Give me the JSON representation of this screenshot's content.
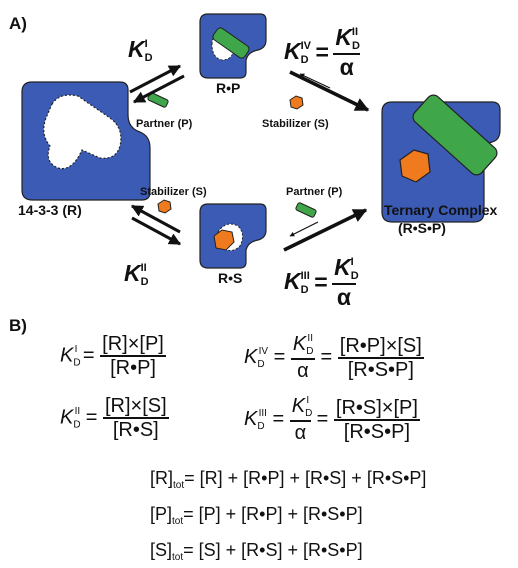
{
  "panel_a": {
    "label": "A)",
    "kd_i": {
      "base": "K",
      "sub": "D",
      "sup": "I"
    },
    "kd_ii": {
      "base": "K",
      "sub": "D",
      "sup": "II"
    },
    "kd_iii_lhs": {
      "base": "K",
      "sub": "D",
      "sup": "III"
    },
    "kd_iii_num": {
      "base": "K",
      "sub": "D",
      "sup": "I"
    },
    "kd_iv_lhs": {
      "base": "K",
      "sub": "D",
      "sup": "IV"
    },
    "kd_iv_num": {
      "base": "K",
      "sub": "D",
      "sup": "II"
    },
    "alpha": "α",
    "equals": "=",
    "species": {
      "r": "14-3-3 (R)",
      "rp": "R•P",
      "rs": "R•S",
      "ternary_title": "Ternary Complex",
      "ternary_formula": "(R•S•P)"
    },
    "partner_top": "Partner (P)",
    "stabilizer_top": "Stabilizer (S)",
    "stabilizer_bottom": "Stabilizer (S)",
    "partner_bottom": "Partner (P)",
    "colors": {
      "protein": "#3b5bb5",
      "partner": "#3fa64a",
      "stabilizer": "#f07a1e",
      "outline": "#222222"
    }
  },
  "panel_b": {
    "label": "B)",
    "eq1": {
      "lhs_sup": "I",
      "num": "[R]×[P]",
      "den": "[R•P]"
    },
    "eq2": {
      "lhs_sup": "IV",
      "mid_sup": "II",
      "mid_den": "α",
      "num": "[R•P]×[S]",
      "den": "[R•S•P]"
    },
    "eq3": {
      "lhs_sup": "II",
      "num": "[R]×[S]",
      "den": "[R•S]"
    },
    "eq4": {
      "lhs_sup": "III",
      "mid_sup": "I",
      "mid_den": "α",
      "num": "[R•S]×[P]",
      "den": "[R•S•P]"
    },
    "kd_base": "K",
    "kd_sub": "D",
    "equals": "=",
    "tot": "tot",
    "mass1": {
      "lhs": "[R]",
      "rhs": "= [R] + [R•P] + [R•S] + [R•S•P]"
    },
    "mass2": {
      "lhs": "[P]",
      "rhs": "= [P] + [R•P] + [R•S•P]"
    },
    "mass3": {
      "lhs": "[S]",
      "rhs": "= [S] + [R•S] + [R•S•P]"
    }
  }
}
